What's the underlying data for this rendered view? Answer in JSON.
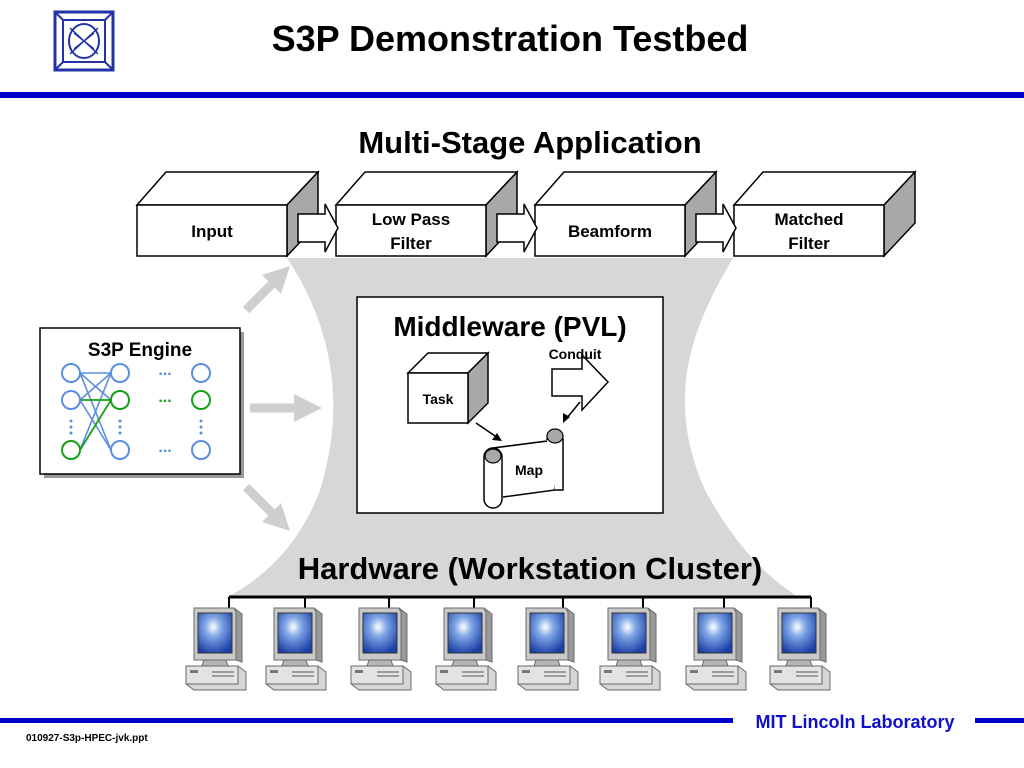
{
  "slide": {
    "title": "S3P Demonstration Testbed",
    "accent_color": "#0000cc",
    "footer_lab": "MIT Lincoln Laboratory",
    "footer_file": "010927-S3p-HPEC-jvk.ppt"
  },
  "application": {
    "title": "Multi-Stage Application",
    "stages": [
      {
        "line1": "Input",
        "line2": ""
      },
      {
        "line1": "Low Pass",
        "line2": "Filter"
      },
      {
        "line1": "Beamform",
        "line2": ""
      },
      {
        "line1": "Matched",
        "line2": "Filter"
      }
    ]
  },
  "middleware": {
    "title": "Middleware (PVL)",
    "task_label": "Task",
    "conduit_label": "Conduit",
    "map_label": "Map"
  },
  "engine": {
    "title": "S3P Engine",
    "ellipsis": "..."
  },
  "hardware": {
    "title": "Hardware (Workstation Cluster)",
    "workstation_count": 8
  },
  "icons": {
    "logo": "lincoln-lab-logo",
    "workstation": "workstation-computer-icon",
    "arrow": "block-arrow-icon"
  }
}
